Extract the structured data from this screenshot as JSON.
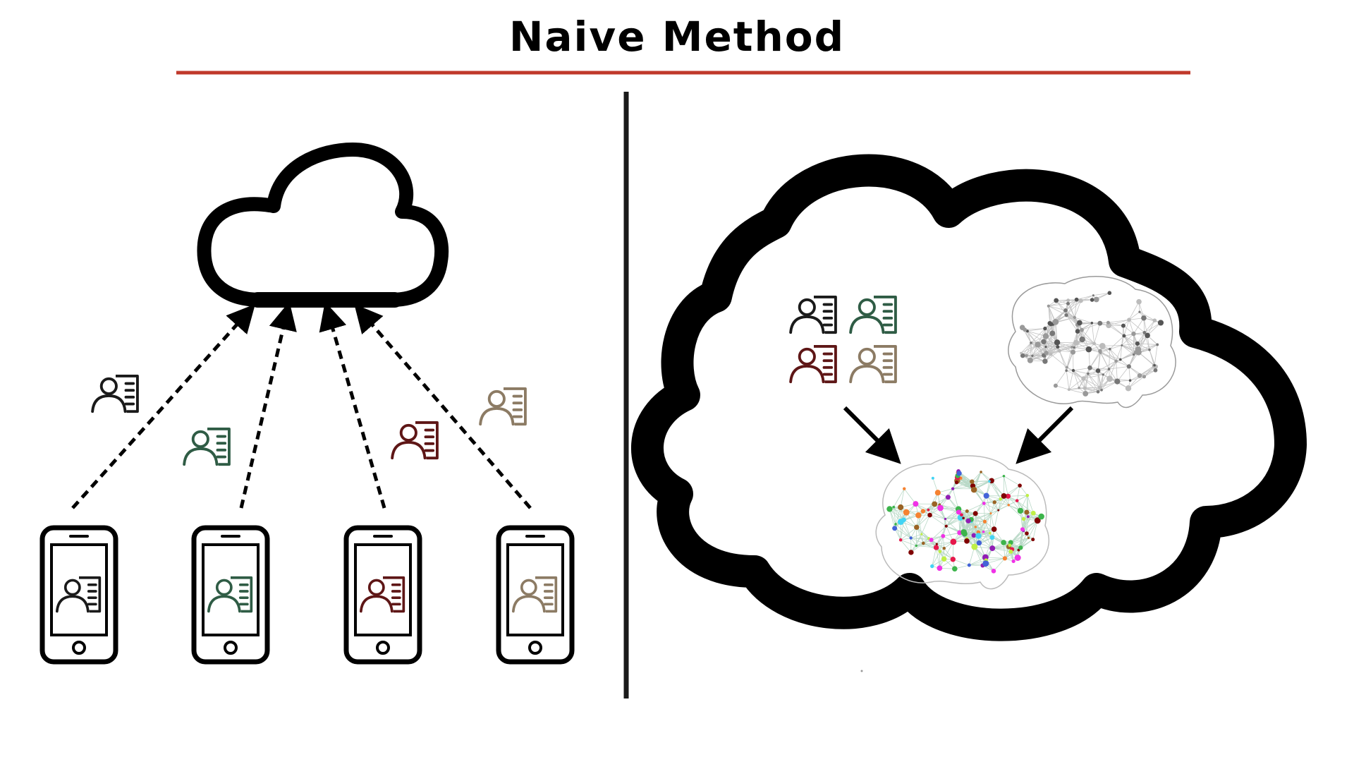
{
  "title": "Naive Method",
  "colors": {
    "title_rule": "#c0392b",
    "divider": "#1a1a1a",
    "user_black": "#1a1a1a",
    "user_green": "#2f5c45",
    "user_red": "#5e1616",
    "user_tan": "#8c7b64"
  },
  "left_panel": {
    "server_cloud": "cloud-icon",
    "devices": [
      {
        "name": "phone-1",
        "user_color": "user_black"
      },
      {
        "name": "phone-2",
        "user_color": "user_green"
      },
      {
        "name": "phone-3",
        "user_color": "user_red"
      },
      {
        "name": "phone-4",
        "user_color": "user_tan"
      }
    ],
    "uploads": [
      {
        "name": "upload-data-1",
        "user_color": "user_black"
      },
      {
        "name": "upload-data-2",
        "user_color": "user_green"
      },
      {
        "name": "upload-data-3",
        "user_color": "user_red"
      },
      {
        "name": "upload-data-4",
        "user_color": "user_tan"
      }
    ]
  },
  "right_panel": {
    "container": "cloud-icon",
    "collected_data": [
      "user_black",
      "user_green",
      "user_red",
      "user_tan"
    ],
    "pretrained_model": "gray-brain-network-icon",
    "trained_model": "colorful-brain-network-icon"
  }
}
